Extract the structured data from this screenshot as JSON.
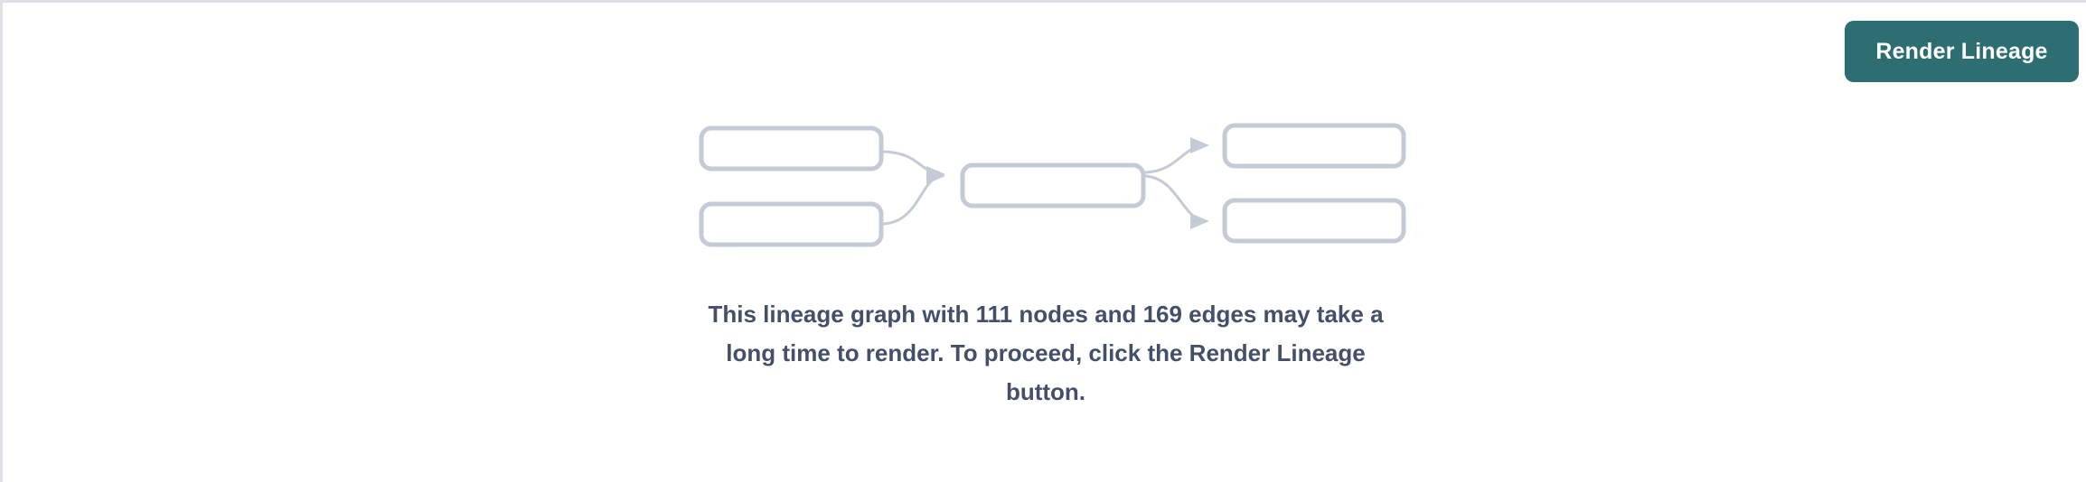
{
  "panel": {
    "background_color": "#ffffff",
    "border_color": "#dfe1e6"
  },
  "toolbar": {
    "render_button_label": "Render Lineage",
    "render_button_color": "#2d6e73",
    "render_button_text_color": "#ffffff"
  },
  "graph_placeholder": {
    "node_border_color": "#c5cbd6",
    "edge_color": "#c5cbd6",
    "nodes": [
      {
        "id": "upstream-1",
        "label": ""
      },
      {
        "id": "upstream-2",
        "label": ""
      },
      {
        "id": "focus",
        "label": ""
      },
      {
        "id": "downstream-1",
        "label": ""
      },
      {
        "id": "downstream-2",
        "label": ""
      }
    ],
    "edges": [
      {
        "from": "upstream-1",
        "to": "focus"
      },
      {
        "from": "upstream-2",
        "to": "focus"
      },
      {
        "from": "focus",
        "to": "downstream-1"
      },
      {
        "from": "focus",
        "to": "downstream-2"
      }
    ]
  },
  "message": {
    "node_count": "111",
    "edge_count": "169",
    "line_1": "This lineage graph with 111 nodes and 169 edges may take",
    "line_2": "a long time to render. To proceed, click the Render Lineage",
    "line_3": "button.",
    "text_color": "#44506a"
  }
}
